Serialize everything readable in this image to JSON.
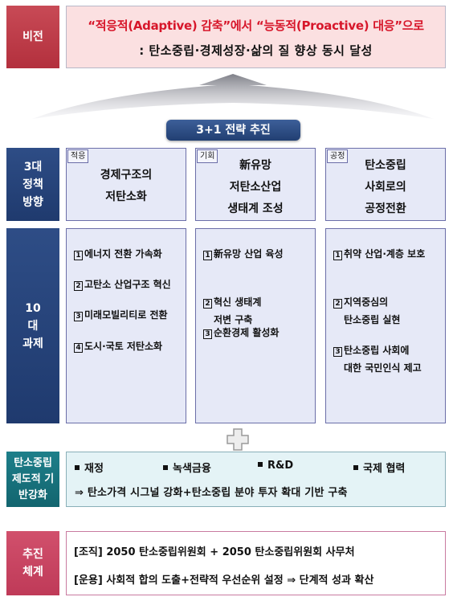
{
  "vision": {
    "label": "비전",
    "line1": "“적응적(Adaptive) 감축”에서 “능동적(Proactive) 대응”으로",
    "line2": ": 탄소중립·경제성장·삶의 질 향상 동시 달성"
  },
  "strategy": {
    "banner": "3+1 전략 추진"
  },
  "policy_direction": {
    "label": "3대 정책 방향",
    "boxes": [
      {
        "tag": "적응",
        "text": "경제구조의\n저탄소화"
      },
      {
        "tag": "기회",
        "text": "新유망\n저탄소산업\n생태계 조성"
      },
      {
        "tag": "공정",
        "text": "탄소중립\n사회로의\n공정전환"
      }
    ]
  },
  "tasks": {
    "label": "10대 과제",
    "columns": [
      [
        {
          "num": "1",
          "text": "에너지 전환 가속화"
        },
        {
          "num": "2",
          "text": "고탄소 산업구조 혁신"
        },
        {
          "num": "3",
          "text": "미래모빌리티로 전환"
        },
        {
          "num": "4",
          "text": "도시·국토 저탄소화"
        }
      ],
      [
        {
          "num": "1",
          "text": "新유망 산업 육성"
        },
        {
          "num": "2",
          "text": "혁신 생태계\n저변 구축"
        },
        {
          "num": "3",
          "text": "순환경제 활성화"
        }
      ],
      [
        {
          "num": "1",
          "text": "취약 산업·계층 보호"
        },
        {
          "num": "2",
          "text": "지역중심의\n탄소중립 실현"
        },
        {
          "num": "3",
          "text": "탄소중립 사회에\n대한 국민인식 제고"
        }
      ]
    ]
  },
  "carbon_foundation": {
    "label": "탄소중립 제도적 기반강화",
    "bullets": [
      "재정",
      "녹색금융",
      "R&D",
      "국제 협력"
    ],
    "result": "⇒ 탄소가격 시그널 강화+탄소중립 분야 투자 확대 기반 구축"
  },
  "system": {
    "label": "추진 체계",
    "line1": "[조직] 2050 탄소중립위원회 + 2050 탄소중립위원회 사무처",
    "line2": "[운용] 사회적 합의 도출+전략적 우선순위 설정 ⇒ 단계적 성과 확산"
  },
  "colors": {
    "vision_label": "#b3303d",
    "vision_accent": "#d7162a",
    "policy_label": "#1f3a6e",
    "carbon_label": "#13656f",
    "system_label": "#bf3a58"
  }
}
